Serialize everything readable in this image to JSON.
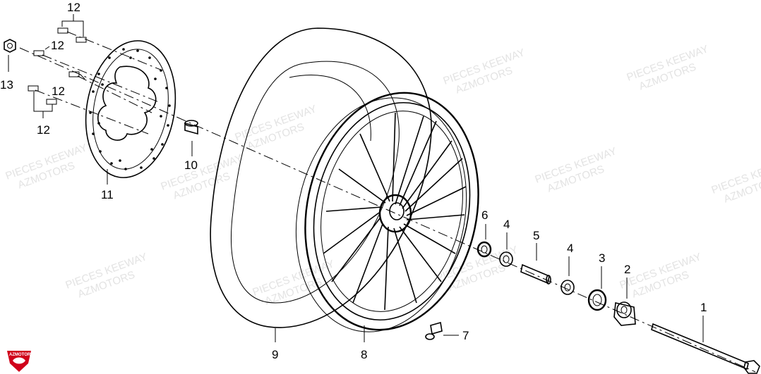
{
  "callouts": {
    "c1": "1",
    "c2": "2",
    "c3": "3",
    "c4a": "4",
    "c4b": "4",
    "c5": "5",
    "c6": "6",
    "c7": "7",
    "c8": "8",
    "c9": "9",
    "c10": "10",
    "c11": "11",
    "c12a": "12",
    "c12b": "12",
    "c12c": "12",
    "c12d": "12",
    "c13": "13"
  },
  "watermark": {
    "line1": "PIECES KEEWAY",
    "line2": "AZMOTORS"
  },
  "logo": {
    "text": "AZMOTORS",
    "color": "#d0021b"
  }
}
